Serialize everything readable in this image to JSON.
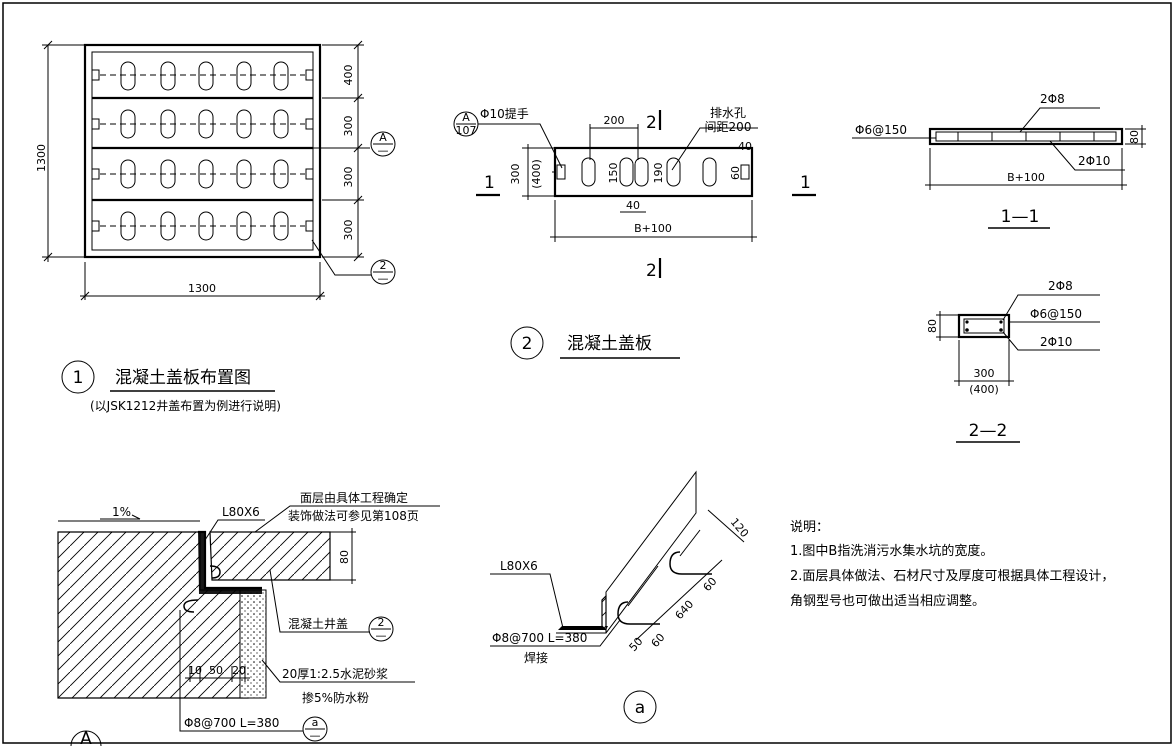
{
  "layout_plan": {
    "title": "混凝土盖板布置图",
    "number": "1",
    "subtitle": "(以JSK1212井盖布置为例进行说明)",
    "dim_width": "1300",
    "dim_height": "1300",
    "rows": [
      "400",
      "300",
      "300",
      "300"
    ],
    "callout_a_top": "A",
    "callout_a_bottom": "—",
    "callout_2_top": "2",
    "callout_2_bottom": "—"
  },
  "cover_plate": {
    "title": "混凝土盖板",
    "number": "2",
    "handle_label": "Φ10提手",
    "callout_top": "A",
    "callout_bottom": "107",
    "drain_label_1": "排水孔",
    "drain_label_2": "间距200",
    "dim_200": "200",
    "dim_40_top": "40",
    "dim_300": "300",
    "dim_400": "(400)",
    "dim_150": "150",
    "dim_190": "190",
    "dim_60": "60",
    "dim_40_bottom": "40",
    "dim_b100": "B+100",
    "section_1": "1",
    "section_2": "2"
  },
  "section_11": {
    "title": "1—1",
    "bar_top": "2Φ8",
    "stirrup": "Φ6@150",
    "bar_bottom": "2Φ10",
    "dim_80": "80",
    "dim_b100": "B+100"
  },
  "section_22": {
    "title": "2—2",
    "bar_top": "2Φ8",
    "stirrup": "Φ6@150",
    "bar_bottom": "2Φ10",
    "dim_80": "80",
    "dim_300": "300",
    "dim_400": "(400)"
  },
  "detail_a": {
    "slope": "1%",
    "angle": "L80X6",
    "surface_1": "面层由具体工程确定",
    "surface_2": "装饰做法可参见第108页",
    "dim_80": "80",
    "cover_label": "混凝土井盖",
    "callout_2_top": "2",
    "callout_2_bottom": "—",
    "dim_10": "10",
    "dim_50": "50",
    "dim_20": "20",
    "mortar_1": "20厚1:2.5水泥砂浆",
    "mortar_2": "掺5%防水粉",
    "anchor": "Φ8@700  L=380",
    "callout_a_top": "a",
    "callout_a_bottom": "—",
    "marker": "A"
  },
  "detail_a_iso": {
    "angle": "L80X6",
    "anchor": "Φ8@700  L=380",
    "weld": "焊接",
    "dim_120": "120",
    "dim_60a": "60",
    "dim_640": "640",
    "dim_60b": "60",
    "dim_50": "50",
    "marker": "a"
  },
  "notes": {
    "heading": "说明：",
    "line1": "1.图中B指洗消污水集水坑的宽度。",
    "line2": "2.面层具体做法、石材尺寸及厚度可根据具体工程设计，",
    "line3": "角钢型号也可做出适当相应调整。"
  }
}
